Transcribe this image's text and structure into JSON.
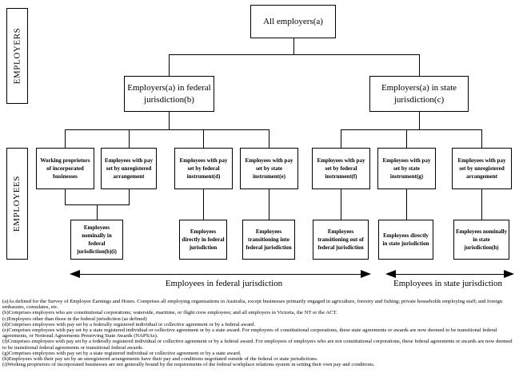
{
  "side_labels": {
    "employers": "EMPLOYERS",
    "employees": "EMPLOYEES"
  },
  "root": {
    "label": "All employers(a)"
  },
  "level2": [
    {
      "label": "Employers(a) in federal jurisdiction(b)"
    },
    {
      "label": "Employers(a) in state jurisdiction(c)"
    }
  ],
  "level3": [
    {
      "label": "Working proprietors of incorporated businesses"
    },
    {
      "label": "Employees with pay set by unregistered arrangement"
    },
    {
      "label": "Employees with pay set by federal instrument(d)"
    },
    {
      "label": "Employees with pay set by state instrument(e)"
    },
    {
      "label": "Employees with pay set by federal instrument(f)"
    },
    {
      "label": "Employees with pay set by state instrument(g)"
    },
    {
      "label": "Employees with pay set by unregistered arrangement"
    }
  ],
  "level4": [
    {
      "label": "Employees nominally in federal jurisdiction(h)(i)"
    },
    {
      "label": "Employees directly in federal jurisdiction"
    },
    {
      "label": "Employees transitioning into federal jurisdiction"
    },
    {
      "label": "Employees transitioning out of federal jurisdiction"
    },
    {
      "label": "Employees directly in state jurisdiction"
    },
    {
      "label": "Employees nominally in state jurisdiction(h)"
    }
  ],
  "arrows": [
    {
      "label": "Employees in federal jurisdiction"
    },
    {
      "label": "Employees in state jurisdiction"
    }
  ],
  "footnotes": [
    {
      "text": "(a)As defined for the Survey of Employee Earnings and Hours. Comprises all employing organisations in Australia, except businesses primarily engaged in agriculture, forestry and fishing; private households employing staff; and foreign embassies, consulates, etc."
    },
    {
      "text": "(b)Comprises employers who are constitutional corporations; waterside, maritime, or flight crew employees; and all employers in Victoria, the NT or the ACT."
    },
    {
      "text": "(c)Employers other than those in the federal jurisdiction (as defined)"
    },
    {
      "text": "(d)Comprises employees with pay set by a federally registered individual or collective agreement or by a federal award."
    },
    {
      "text": "(e)Comprises employees with pay set by a state registered individual or collective agreement or by a state award. For employees of constitutional corporations, these state agreements or awards are now deemed to be transitional federal agreements, or Notional Agreements Preserving State Awards (NAPSAs)."
    },
    {
      "text": "(f)Comprises employees with pay set by a federally registered individual or collective agreement or by a federal award. For employees of employers who are not constitutional corporations, these federal agreements or awards are now deemed to be transitional federal agreements or transitional federal awards."
    },
    {
      "text": "(g)Comprises employees with pay set by a state registered individual or collective agreement or by a state award."
    },
    {
      "text": "(h)Employees with their pay set by an unregistered arrangements have their pay and conditions negotiated outside of the federal or state jurisdictions."
    },
    {
      "text": "(i)Working proprietors of incorporated businesses are not generally bound by the requirements of the federal workplace relations system in setting their own pay and conditions."
    }
  ],
  "colors": {
    "line": "#000000",
    "background": "#ffffff"
  }
}
